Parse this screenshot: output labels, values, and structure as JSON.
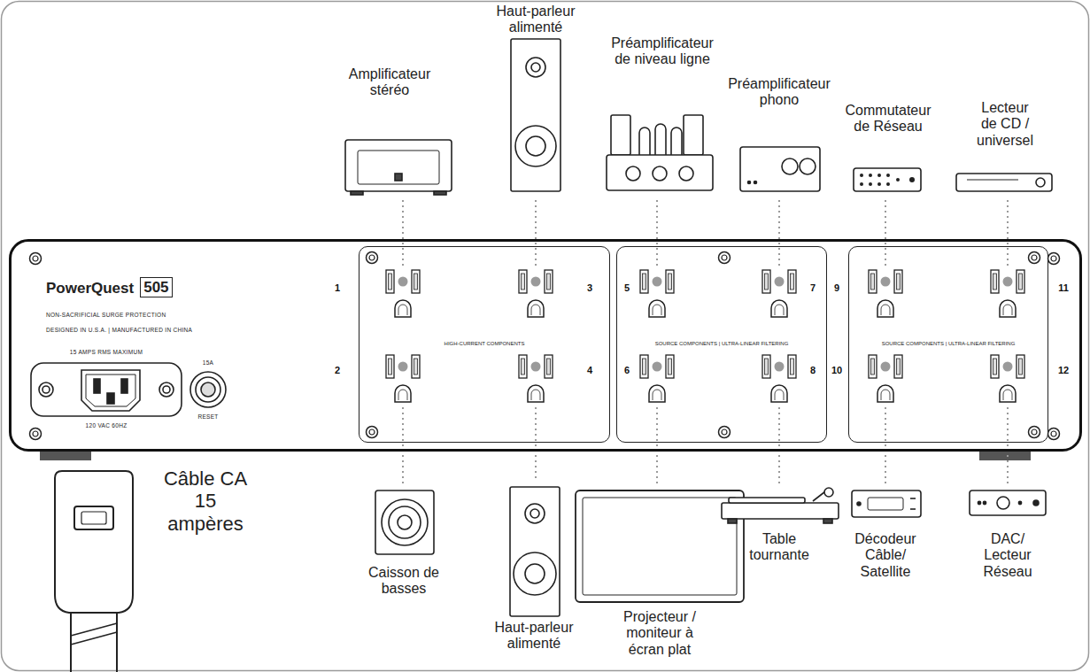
{
  "diagram": {
    "nodes": [
      {
        "text": [
          "PowerQuest",
          "NON-SACRIFICIAL SURGE PROTECTION",
          "DESIGNED IN U.S.A. | MANUFACTURED IN CHINA"
        ]
      },
      {
        "text": [
          "505"
        ],
        "in": 0
      },
      {
        "text": [
          "HIGH-CURRENT COMPONENTS"
        ],
        "in": 0
      },
      {
        "text": [
          "SOURCE COMPONENTS | ULTRA-LINEAR FILTERING"
        ],
        "in": 0
      },
      {
        "text": [
          "SOURCE COMPONENTS | ULTRA-LINEAR FILTERING"
        ],
        "in": 0
      }
    ],
    "labels": [
      "Amplificateur stéréo",
      "Haut-parleur alimenté",
      "Préamplificateur de niveau ligne",
      "Préamplificateur phono",
      "Commutateur de Réseau",
      "Lecteur de CD / universel",
      "1",
      "3",
      "5",
      "7",
      "9",
      "11",
      "2",
      "4",
      "6",
      "8",
      "10",
      "12",
      "15 AMPS RMS MAXIMUM",
      "120 VAC 60HZ",
      "15A",
      "RESET",
      "Caisson de basses",
      "Haut-parleur alimenté",
      "Projecteur / moniteur à écran plat",
      "Table tournante",
      "Décodeur Câble/ Satellite",
      "DAC/ Lecteur Réseau",
      "Câble CA 15 ampères"
    ]
  }
}
